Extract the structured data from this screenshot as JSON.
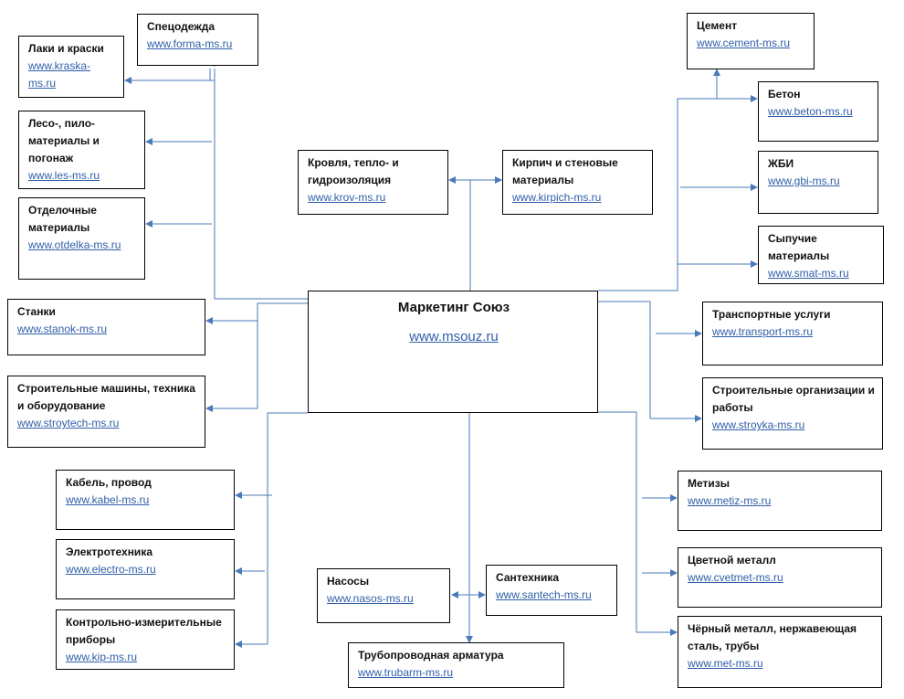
{
  "center": {
    "title": "Маркетинг Союз",
    "url": "www.msouz.ru"
  },
  "nodes": {
    "kraska": {
      "title": "Лаки и краски",
      "url": "www.kraska-ms.ru"
    },
    "forma": {
      "title": "Спецодежда",
      "url": "www.forma-ms.ru"
    },
    "les": {
      "title": "Лесо-, пило-материалы и погонаж",
      "url": "www.les-ms.ru"
    },
    "otdelka": {
      "title": "Отделочные материалы",
      "url": "www.otdelka-ms.ru"
    },
    "stanok": {
      "title": "Станки",
      "url": "www.stanok-ms.ru"
    },
    "stroytech": {
      "title": "Строительные машины, техника и оборудование",
      "url": "www.stroytech-ms.ru"
    },
    "kabel": {
      "title": "Кабель, провод",
      "url": "www.kabel-ms.ru"
    },
    "electro": {
      "title": "Электротехника",
      "url": "www.electro-ms.ru"
    },
    "kip": {
      "title": "Контрольно-измерительные приборы",
      "url": "www.kip-ms.ru"
    },
    "krov": {
      "title": "Кровля, тепло- и гидроизоляция",
      "url": "www.krov-ms.ru"
    },
    "kirpich": {
      "title": "Кирпич и стеновые материалы",
      "url": "www.kirpich-ms.ru"
    },
    "cement": {
      "title": "Цемент",
      "url": "www.cement-ms.ru"
    },
    "beton": {
      "title": "Бетон",
      "url": "www.beton-ms.ru"
    },
    "gbi": {
      "title": "ЖБИ",
      "url": "www.gbi-ms.ru"
    },
    "smat": {
      "title": "Сыпучие материалы",
      "url": "www.smat-ms.ru"
    },
    "transport": {
      "title": "Транспортные услуги",
      "url": "www.transport-ms.ru"
    },
    "stroyka": {
      "title": "Строительные организации и работы",
      "url": "www.stroyka-ms.ru"
    },
    "metiz": {
      "title": "Метизы",
      "url": "www.metiz-ms.ru"
    },
    "cvetmet": {
      "title": "Цветной металл",
      "url": "www.cvetmet-ms.ru"
    },
    "met": {
      "title": "Чёрный металл, нержавеющая сталь, трубы",
      "url": "www.met-ms.ru"
    },
    "nasos": {
      "title": "Насосы",
      "url": "www.nasos-ms.ru"
    },
    "santech": {
      "title": "Сантехника",
      "url": "www.santech-ms.ru"
    },
    "trubarm": {
      "title": "Трубопроводная арматура",
      "url": "www.trubarm-ms.ru"
    }
  },
  "colors": {
    "connector": "#4a7ab8",
    "link": "#2f5fa8"
  }
}
